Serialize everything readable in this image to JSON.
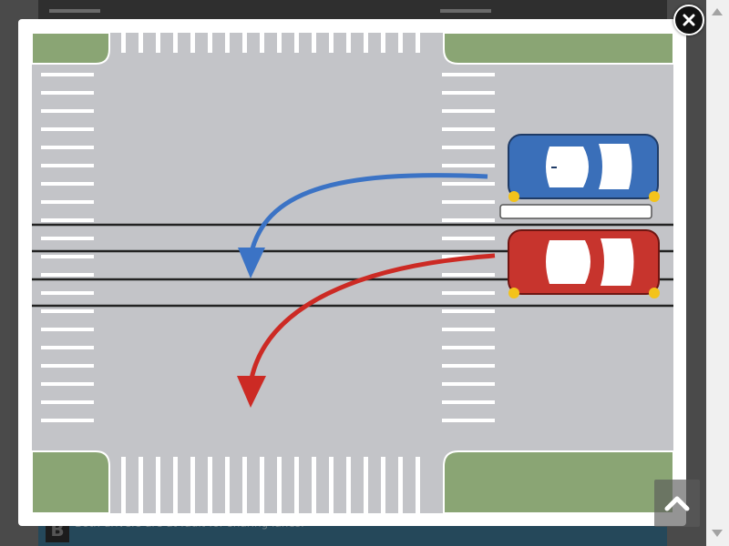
{
  "lightbox": {
    "close_icon": "close-icon",
    "image": {
      "kind": "road-intersection-diagram",
      "description_icons": [
        "blue-car",
        "red-car",
        "blue-arrow",
        "red-arrow",
        "crosswalk"
      ],
      "colors": {
        "road": "#c3c4c8",
        "grass": "#8aa574",
        "blue_car": "#3a6fb9",
        "red_car": "#c7342d",
        "blue_arrow": "#3b73c5",
        "red_arrow": "#cc2a24",
        "lane_line": "#222222",
        "crosswalk": "#ffffff",
        "signal": "#f3c31b"
      }
    }
  },
  "background": {
    "answer_letter": "B",
    "answer_text": "Both drivers are at fault for sharing lanes."
  },
  "controls": {
    "scroll_top_icon": "chevron-up-icon",
    "scroll_up_icon": "arrow-up-icon",
    "scroll_down_icon": "arrow-down-icon"
  }
}
